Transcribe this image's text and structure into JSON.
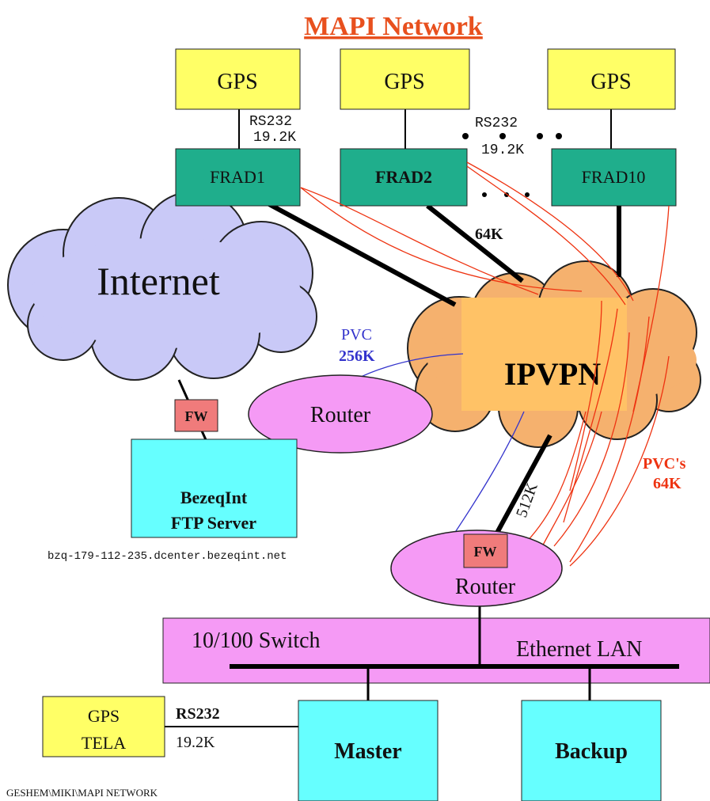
{
  "title": "MAPI Network",
  "gps_top": [
    "GPS",
    "GPS",
    "GPS"
  ],
  "frads": [
    "FRAD1",
    "FRAD2",
    "FRAD10"
  ],
  "link_rs232_a": [
    "RS232",
    "19.2K"
  ],
  "link_rs232_b": [
    "RS232",
    "19.2K"
  ],
  "link_64k": "64K",
  "internet_label": "Internet",
  "ipvpn_label": "IPVPN",
  "pvc_label": [
    "PVC",
    "256K"
  ],
  "pvcs_label": [
    "PVC's",
    "64K"
  ],
  "link_512k": "512K",
  "fw_label": "FW",
  "router_label": "Router",
  "ftp_server": [
    "BezeqInt",
    "FTP Server"
  ],
  "ftp_host": "bzq-179-112-235.dcenter.bezeqint.net",
  "switch_label": "10/100 Switch",
  "lan_label": "Ethernet LAN",
  "gps_tela": [
    "GPS",
    "TELA"
  ],
  "link_tela": [
    "RS232",
    "19.2K"
  ],
  "master_label": "Master",
  "backup_label": "Backup",
  "footer": "GESHEM\\MIKI\\MAPI NETWORK",
  "colors": {
    "title": "#e8501e",
    "gps_fill": "#ffff66",
    "frad_fill": "#1fae8c",
    "cloud_internet": "#c9c9f7",
    "cloud_ipvpn": "#f5b16e",
    "ipvpn_box": "#ffc266",
    "router_fill": "#f59af5",
    "fw_fill": "#f07b7b",
    "server_fill": "#66ffff",
    "switch_fill": "#f59af5",
    "pvc_blue": "#3333cc",
    "pvc_red": "#ee3311"
  }
}
